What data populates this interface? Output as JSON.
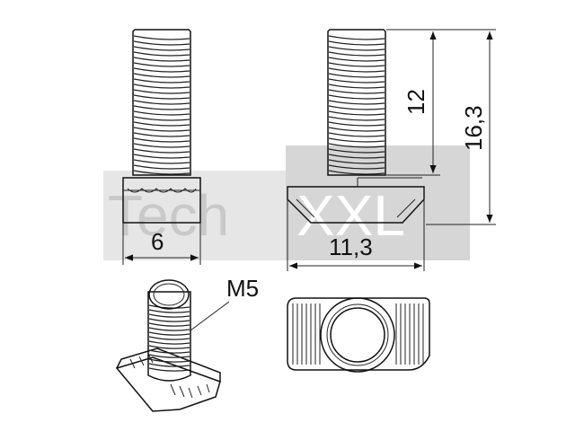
{
  "dimensions": {
    "width_head": "6",
    "width_slot_nut": "11,3",
    "thread_length": "12",
    "total_height": "16,3",
    "thread_size": "M5"
  },
  "watermark": {
    "text_left": "Tech",
    "text_right": "XXL",
    "color": "#d9d9d9"
  },
  "colors": {
    "line": "#111111",
    "background": "#ffffff"
  }
}
